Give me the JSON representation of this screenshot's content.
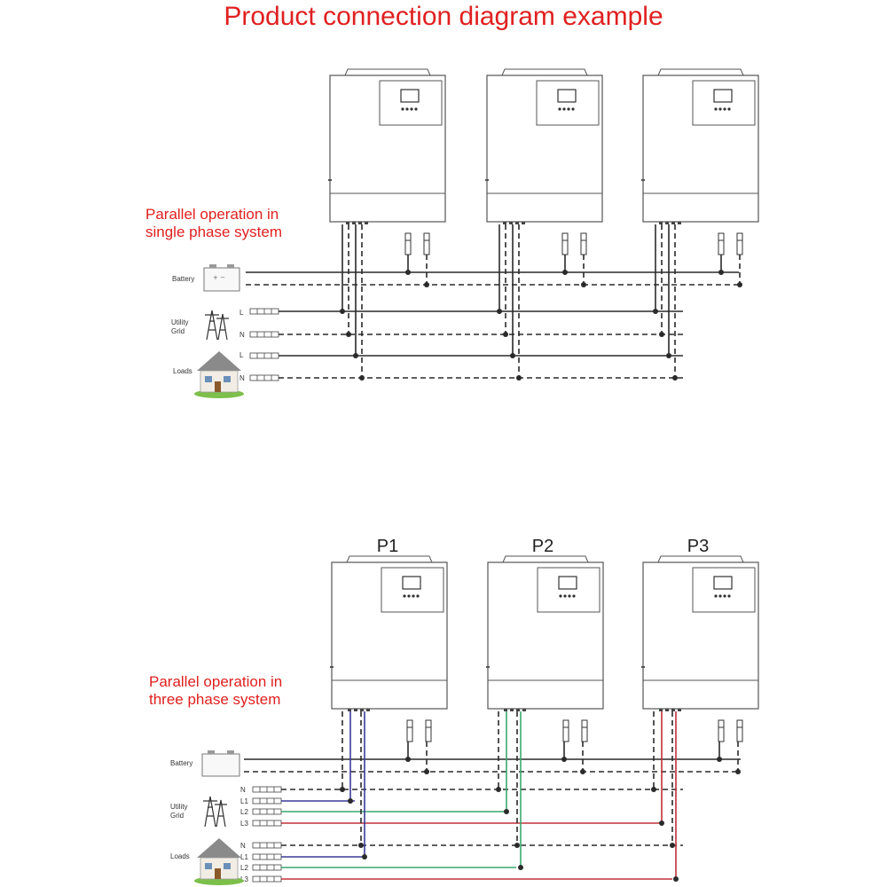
{
  "title": "Product connection diagram example",
  "colors": {
    "title": "#e02020",
    "line": "#2a2a2a",
    "inverter_outline": "#555555",
    "phase_l1": "#3a3a9a",
    "phase_l2": "#3aa870",
    "phase_l3": "#c0303a"
  },
  "single_phase": {
    "caption_line1": "Parallel operation in",
    "caption_line2": "single phase system",
    "battery_label": "Battery",
    "grid_label_1": "Utility",
    "grid_label_2": "Grid",
    "loads_label": "Loads",
    "terminal_L": "L",
    "terminal_N": "N"
  },
  "three_phase": {
    "caption_line1": "Parallel operation in",
    "caption_line2": "three phase system",
    "units": [
      "P1",
      "P2",
      "P3"
    ],
    "battery_label": "Battery",
    "grid_label_1": "Utility",
    "grid_label_2": "Grid",
    "loads_label": "Loads",
    "terminal_N": "N",
    "terminal_L1": "L1",
    "terminal_L2": "L2",
    "terminal_L3": "L3"
  },
  "icons": {
    "battery": "battery-icon",
    "grid": "transmission-tower-icon",
    "loads": "house-icon",
    "breaker": "breaker-icon"
  }
}
